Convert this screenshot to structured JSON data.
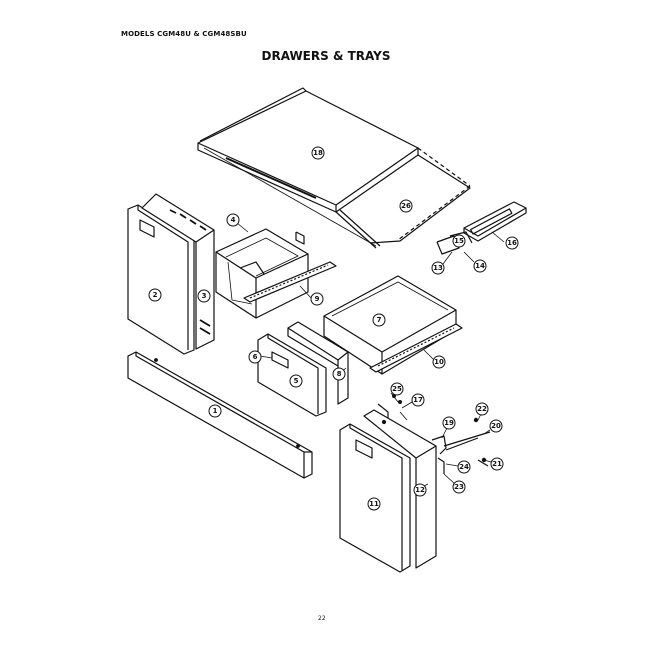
{
  "header": {
    "models": "MODELS CGM48U & CGM48SBU",
    "title": "DRAWERS & TRAYS"
  },
  "footer": {
    "page_number": "22"
  },
  "callouts": {
    "c1": "1",
    "c2": "2",
    "c3": "3",
    "c4": "4",
    "c5": "5",
    "c6": "6",
    "c7": "7",
    "c8": "8",
    "c9": "9",
    "c10": "10",
    "c11": "11",
    "c12": "12",
    "c13": "13",
    "c14": "14",
    "c15": "15",
    "c16": "16",
    "c17": "17",
    "c18": "18",
    "c19": "19",
    "c20": "20",
    "c21": "21",
    "c22": "22",
    "c23": "23",
    "c24": "24",
    "c25": "25",
    "c26": "26"
  }
}
